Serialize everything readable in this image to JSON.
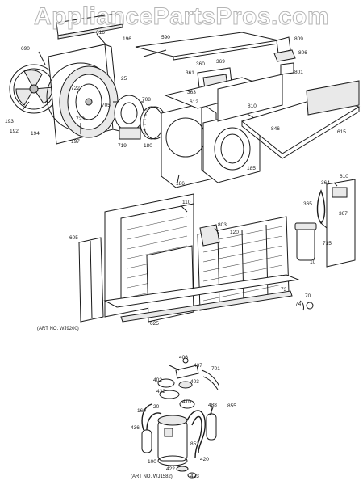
{
  "watermark": "AppliancePartsPros.com",
  "art_numbers": {
    "upper": "(ART NO. WJ9200)",
    "lower": "(ART NO. WJ1582)"
  },
  "part_labels": [
    "616",
    "196",
    "590",
    "809",
    "690",
    "806",
    "369",
    "360",
    "361",
    "801",
    "363",
    "722",
    "25",
    "705",
    "708",
    "612",
    "810",
    "193",
    "192",
    "194",
    "723",
    "719",
    "180",
    "186",
    "185",
    "846",
    "615",
    "197",
    "610",
    "364",
    "110",
    "365",
    "367",
    "803",
    "120",
    "605",
    "715",
    "10",
    "73",
    "70",
    "74",
    "625",
    "406",
    "437",
    "701",
    "402",
    "403",
    "432",
    "20",
    "410",
    "438",
    "855",
    "160",
    "436",
    "852",
    "420",
    "100",
    "422",
    "423"
  ]
}
